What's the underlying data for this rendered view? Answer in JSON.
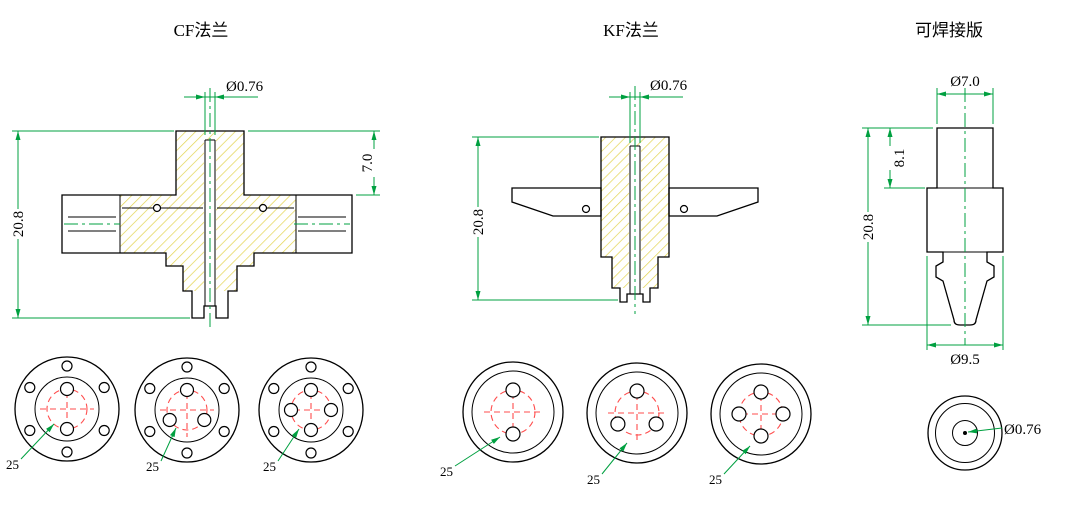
{
  "drawing": {
    "cf": {
      "title": "CF法兰",
      "dims": {
        "hole_dia": "Ø0.76",
        "neck_height": "7.0",
        "total_height": "20.8"
      },
      "leaders": [
        "25",
        "25",
        "25"
      ],
      "face_view_pin_counts": [
        2,
        3,
        4
      ]
    },
    "kf": {
      "title": "KF法兰",
      "dims": {
        "hole_dia": "Ø0.76",
        "total_height": "20.8"
      },
      "leaders": [
        "25",
        "25",
        "25"
      ],
      "face_view_pin_counts": [
        2,
        3,
        4
      ]
    },
    "weldable": {
      "title": "可焊接版",
      "dims": {
        "top_dia": "Ø7.0",
        "top_height": "8.1",
        "total_height": "20.8",
        "body_dia": "Ø9.5",
        "hole_dia": "Ø0.76"
      }
    },
    "colors": {
      "outline": "#000000",
      "dimension": "#00a040",
      "hatch": "#e3d44f",
      "pin_circle_red": "#ff4d4d",
      "background": "#ffffff"
    }
  }
}
